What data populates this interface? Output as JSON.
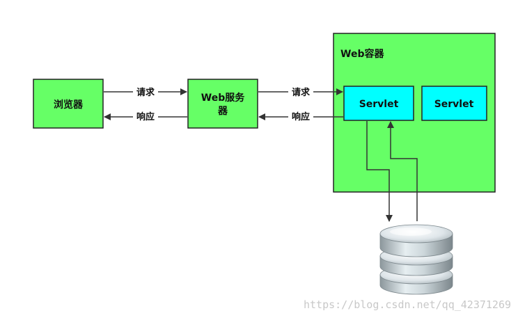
{
  "nodes": {
    "browser": "浏览器",
    "web_server_line1": "Web服务",
    "web_server_line2": "器",
    "container": "Web容器",
    "servlet_a": "Servlet",
    "servlet_b": "Servlet",
    "database": ""
  },
  "edges": {
    "request_1": "请求",
    "response_1": "响应",
    "request_2": "请求",
    "response_2": "响应"
  },
  "colors": {
    "green": "#66ff66",
    "cyan": "#00ffff",
    "stroke": "#222222",
    "arrow": "#333333"
  },
  "watermark": "https://blog.csdn.net/qq_42371269"
}
